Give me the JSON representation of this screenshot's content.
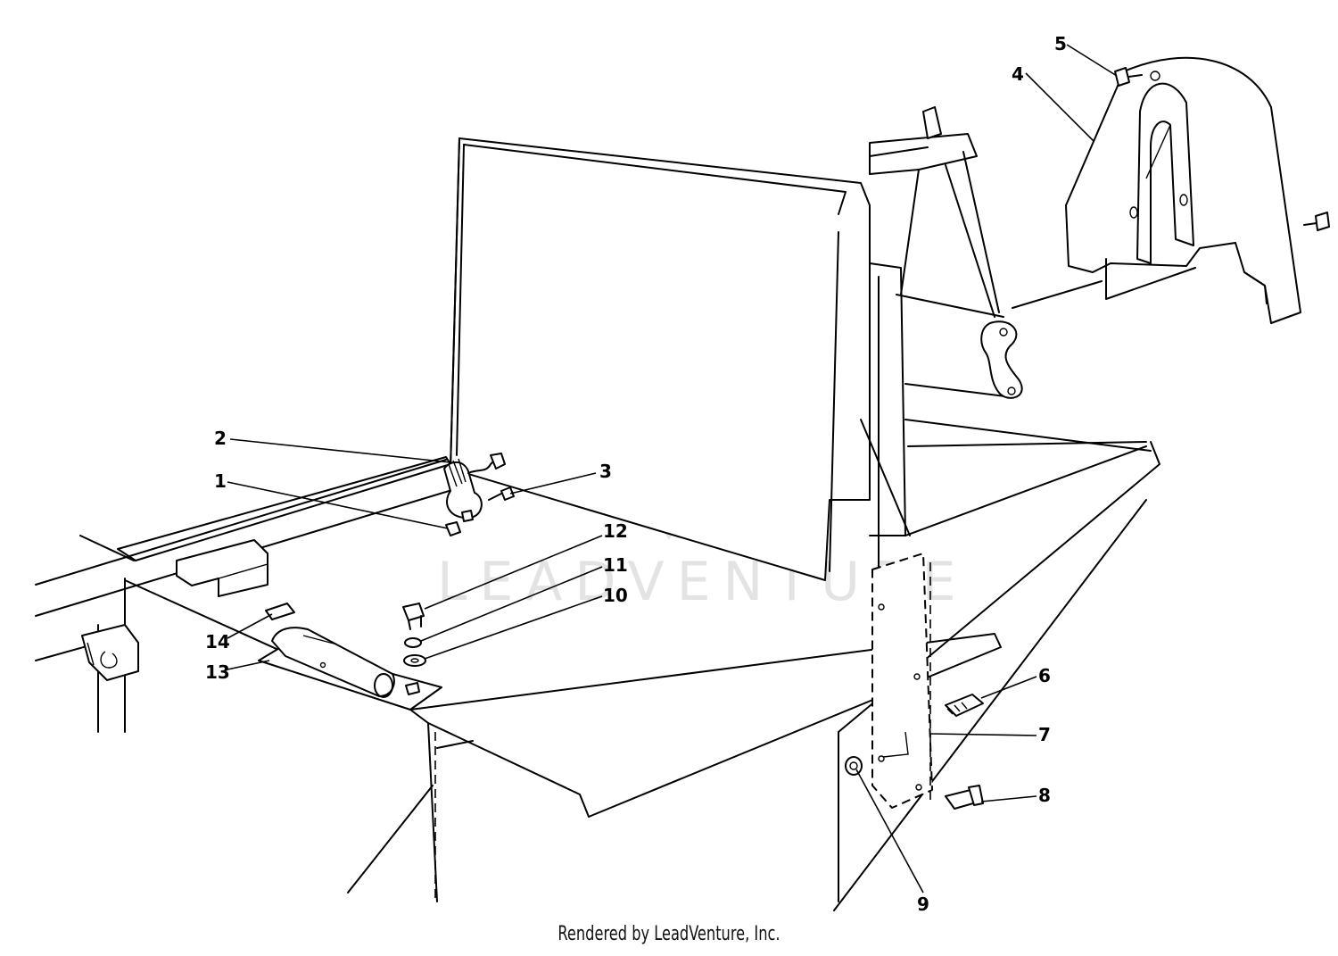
{
  "callouts": [
    {
      "id": "1",
      "label": "1"
    },
    {
      "id": "2",
      "label": "2"
    },
    {
      "id": "3",
      "label": "3"
    },
    {
      "id": "4",
      "label": "4"
    },
    {
      "id": "5",
      "label": "5"
    },
    {
      "id": "6",
      "label": "6"
    },
    {
      "id": "7",
      "label": "7"
    },
    {
      "id": "8",
      "label": "8"
    },
    {
      "id": "9",
      "label": "9"
    },
    {
      "id": "10",
      "label": "10"
    },
    {
      "id": "11",
      "label": "11"
    },
    {
      "id": "12",
      "label": "12"
    },
    {
      "id": "13",
      "label": "13"
    },
    {
      "id": "14",
      "label": "14"
    }
  ],
  "watermark": {
    "text": "LEADVENTURE"
  },
  "footer": {
    "text": "Rendered by LeadVenture, Inc."
  },
  "colors": {
    "ink": "#000000",
    "watermark": "#e3e3e3",
    "background": "#ffffff"
  }
}
